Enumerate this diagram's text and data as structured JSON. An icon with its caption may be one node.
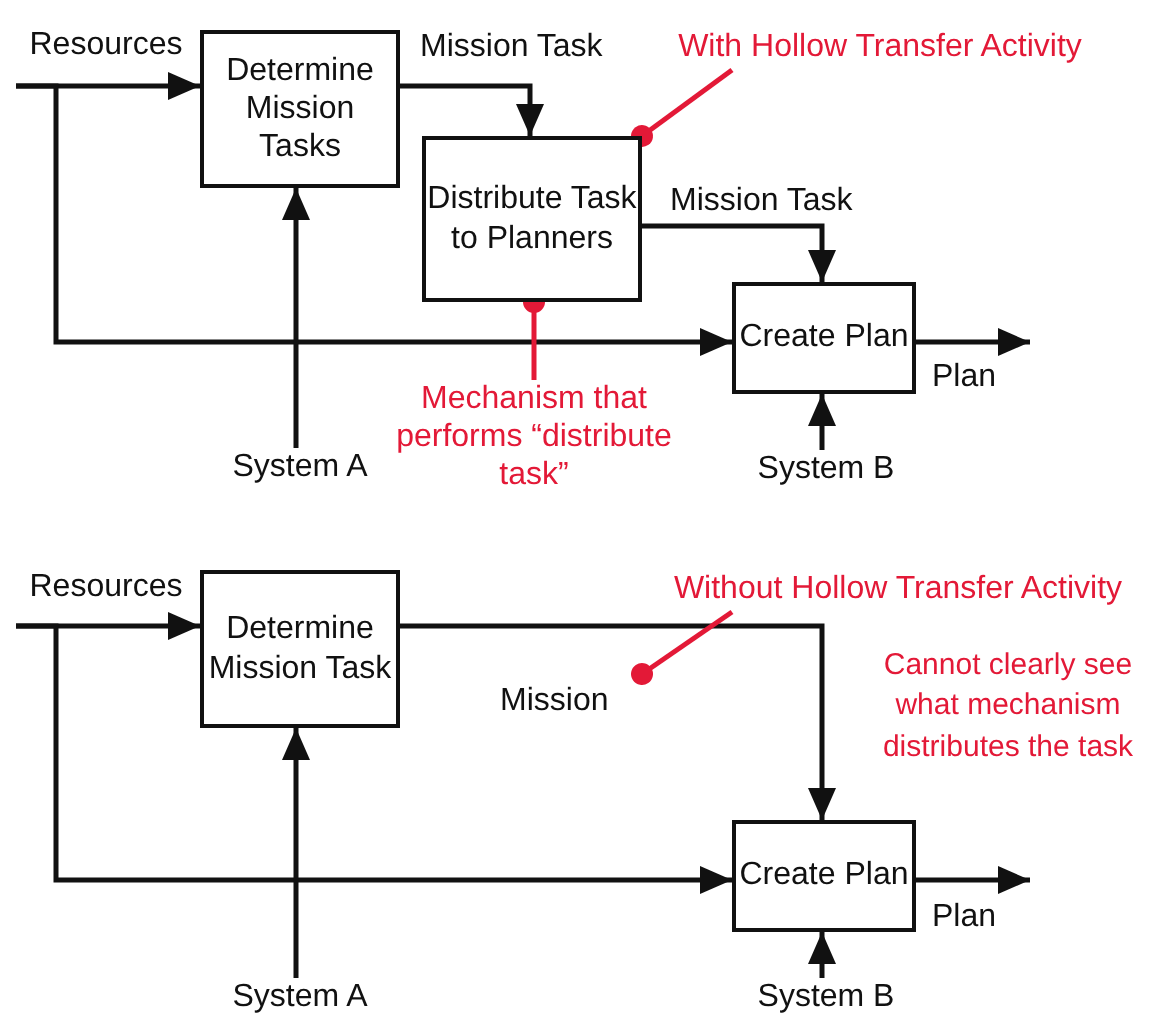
{
  "diagram": {
    "nodes": [
      {
        "text": [
          "Resources"
        ]
      },
      {
        "text": [
          "Determine Mission Tasks"
        ]
      },
      {
        "text": [
          "Distribute Task to Planners"
        ]
      },
      {
        "text": [
          "Create Plan"
        ]
      },
      {
        "text": [
          "System A"
        ]
      },
      {
        "text": [
          "System B"
        ]
      },
      {
        "text": [
          "With Hollow Transfer Activity"
        ]
      },
      {
        "text": [
          "Mechanism that performs “distribute task”"
        ]
      },
      {
        "text": [
          "Resources"
        ]
      },
      {
        "text": [
          "Determine Mission Task"
        ]
      },
      {
        "text": [
          "Create Plan"
        ]
      },
      {
        "text": [
          "System A"
        ]
      },
      {
        "text": [
          "System B"
        ]
      },
      {
        "text": [
          "Without Hollow Transfer Activity"
        ]
      }
    ],
    "edges": [
      {
        "from": 0,
        "to": 1,
        "arrow": "to"
      },
      {
        "from": 0,
        "to": 3,
        "arrow": "to"
      },
      {
        "from": 1,
        "to": 2,
        "arrow": "to",
        "label": "Mission Task"
      },
      {
        "from": 2,
        "to": 3,
        "arrow": "to",
        "label": "Mission Task"
      },
      {
        "from": 4,
        "to": 1,
        "arrow": "to"
      },
      {
        "from": 5,
        "to": 3,
        "arrow": "to"
      },
      {
        "from": 3,
        "to": null,
        "arrow": "to",
        "label": "Plan"
      },
      {
        "from": 6,
        "to": 2,
        "arrow": "other",
        "color": "#e31937"
      },
      {
        "from": 7,
        "to": 2,
        "arrow": "other",
        "color": "#e31937"
      },
      {
        "from": 8,
        "to": 9,
        "arrow": "to"
      },
      {
        "from": 8,
        "to": 10,
        "arrow": "to"
      },
      {
        "from": 9,
        "to": 10,
        "arrow": "to",
        "label": "Mission"
      },
      {
        "from": 11,
        "to": 9,
        "arrow": "to"
      },
      {
        "from": 12,
        "to": 10,
        "arrow": "to"
      },
      {
        "from": 10,
        "to": null,
        "arrow": "to",
        "label": "Plan"
      },
      {
        "from": 13,
        "to": null,
        "arrow": "other",
        "color": "#e31937"
      }
    ],
    "labels": [
      "Cannot clearly see what mechanism distributes the task"
    ]
  }
}
